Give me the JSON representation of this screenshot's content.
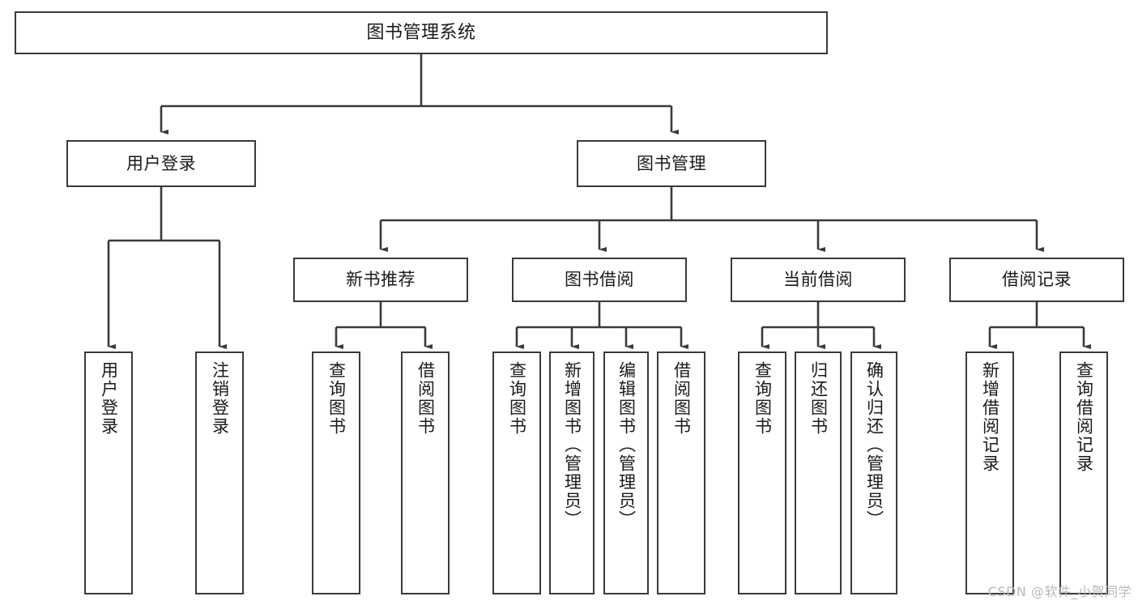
{
  "diagram": {
    "title": "图书管理系统",
    "watermark": "CSDN @软件_小贺同学",
    "line_color": "#3a3a3a",
    "box_border_color": "#3a3a3a",
    "box_fill": "#ffffff",
    "text_color": "#1a1a1a",
    "watermark_color": "#b9b9b9",
    "nodes": {
      "root": {
        "label": "图书管理系统"
      },
      "level1": [
        {
          "id": "user-login",
          "label": "用户登录"
        },
        {
          "id": "book-manage",
          "label": "图书管理"
        }
      ],
      "level2": [
        {
          "id": "new-book-recommend",
          "label": "新书推荐"
        },
        {
          "id": "book-borrow",
          "label": "图书借阅"
        },
        {
          "id": "current-borrow",
          "label": "当前借阅"
        },
        {
          "id": "borrow-record",
          "label": "借阅记录"
        }
      ],
      "leaves": [
        {
          "id": "leaf-user-login",
          "parent": "user-login",
          "label": "用户登录"
        },
        {
          "id": "leaf-user-logout",
          "parent": "user-login",
          "label": "注销登录"
        },
        {
          "id": "leaf-query-book-1",
          "parent": "new-book-recommend",
          "label": "查询图书"
        },
        {
          "id": "leaf-borrow-book-1",
          "parent": "new-book-recommend",
          "label": "借阅图书"
        },
        {
          "id": "leaf-query-book-2",
          "parent": "book-borrow",
          "label": "查询图书"
        },
        {
          "id": "leaf-add-book",
          "parent": "book-borrow",
          "label": "新增图书（管理员）"
        },
        {
          "id": "leaf-edit-book",
          "parent": "book-borrow",
          "label": "编辑图书（管理员）"
        },
        {
          "id": "leaf-borrow-book-2",
          "parent": "book-borrow",
          "label": "借阅图书"
        },
        {
          "id": "leaf-query-book-3",
          "parent": "current-borrow",
          "label": "查询图书"
        },
        {
          "id": "leaf-return-book",
          "parent": "current-borrow",
          "label": "归还图书"
        },
        {
          "id": "leaf-confirm-return",
          "parent": "current-borrow",
          "label": "确认归还（管理员）"
        },
        {
          "id": "leaf-add-record",
          "parent": "borrow-record",
          "label": "新增借阅记录"
        },
        {
          "id": "leaf-query-record",
          "parent": "borrow-record",
          "label": "查询借阅记录"
        }
      ]
    }
  }
}
